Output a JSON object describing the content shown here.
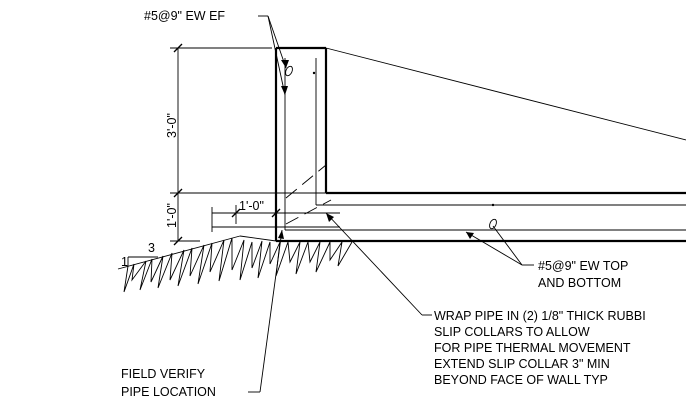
{
  "notes": {
    "top_rebar": "#5@9\" EW EF",
    "slab_rebar_line1": "#5@9\" EW TOP",
    "slab_rebar_line2": "AND BOTTOM",
    "wrap_line1": "WRAP PIPE IN (2) 1/8\" THICK RUBBI",
    "wrap_line2": "SLIP COLLARS TO ALLOW",
    "wrap_line3": "FOR PIPE THERMAL MOVEMENT",
    "wrap_line4": "EXTEND SLIP COLLAR 3\" MIN",
    "wrap_line5": "BEYOND FACE OF WALL TYP",
    "field_line1": "FIELD VERIFY",
    "field_line2": "PIPE LOCATION"
  },
  "dimensions": {
    "wall_height": "3'-0\"",
    "slab_depth": "1'-0\"",
    "pipe_offset": "1'-0\""
  },
  "slope": {
    "rise": "1",
    "run": "3"
  },
  "colors": {
    "line": "#000000",
    "background": "#ffffff"
  }
}
